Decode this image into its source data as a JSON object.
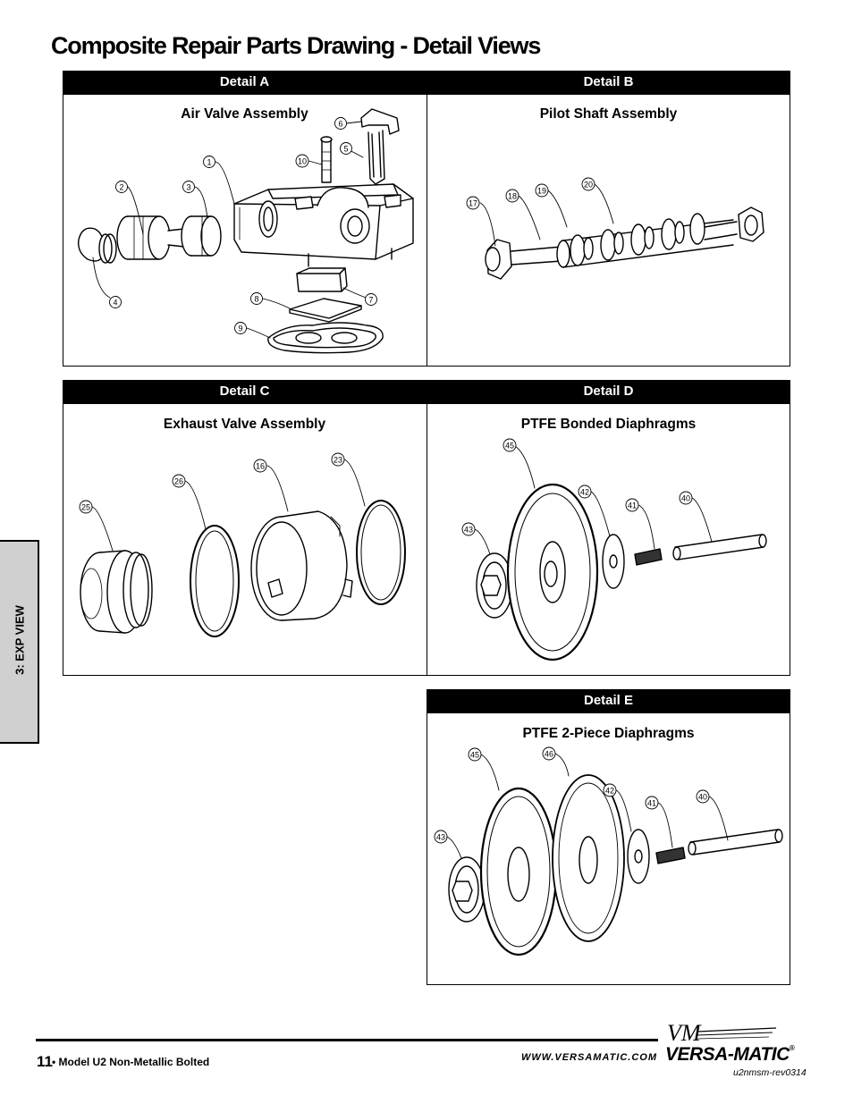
{
  "page": {
    "title": "Composite Repair Parts Drawing - Detail Views",
    "side_tab": "3: EXP VIEW"
  },
  "details": {
    "a": {
      "header": "Detail A",
      "subtitle": "Air Valve Assembly",
      "callouts": [
        "1",
        "2",
        "3",
        "4",
        "5",
        "6",
        "7",
        "8",
        "9",
        "10"
      ]
    },
    "b": {
      "header": "Detail B",
      "subtitle": "Pilot Shaft Assembly",
      "callouts": [
        "17",
        "18",
        "19",
        "20"
      ]
    },
    "c": {
      "header": "Detail C",
      "subtitle": "Exhaust Valve Assembly",
      "callouts": [
        "16",
        "23",
        "25",
        "26"
      ]
    },
    "d": {
      "header": "Detail D",
      "subtitle": "PTFE Bonded Diaphragms",
      "callouts": [
        "40",
        "41",
        "42",
        "43",
        "45"
      ]
    },
    "e": {
      "header": "Detail E",
      "subtitle": "PTFE 2-Piece Diaphragms",
      "callouts": [
        "40",
        "41",
        "42",
        "43",
        "45",
        "46"
      ]
    }
  },
  "footer": {
    "page_number": "11",
    "model": "• Model U2 Non-Metallic Bolted",
    "website": "WWW.VERSAMATIC.COM",
    "brand": "VERSA-MATIC",
    "brand_mark": "VM",
    "registered": "®",
    "revision": "u2nmsm-rev0314"
  }
}
